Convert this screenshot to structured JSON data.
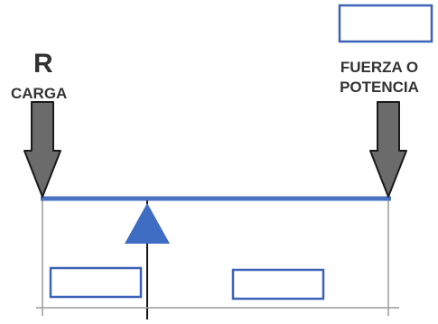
{
  "diagram": {
    "load_symbol": "R",
    "load_label": "CARGA",
    "effort_label_line1": "FUERZA O",
    "effort_label_line2": "POTENCIA",
    "answer_boxes": [
      {
        "id": "effort-answer-box",
        "value": ""
      },
      {
        "id": "load-arm-answer-box",
        "value": ""
      },
      {
        "id": "effort-arm-answer-box",
        "value": ""
      }
    ]
  },
  "colors": {
    "beam": "#4a72c4",
    "fulcrum": "#3f6dc3",
    "arrow_fill": "#6b6b6b",
    "arrow_stroke": "#1a1a1a",
    "guide_lines": "#9a9a9a",
    "text": "#333333",
    "box_border": "#3d63b8"
  }
}
